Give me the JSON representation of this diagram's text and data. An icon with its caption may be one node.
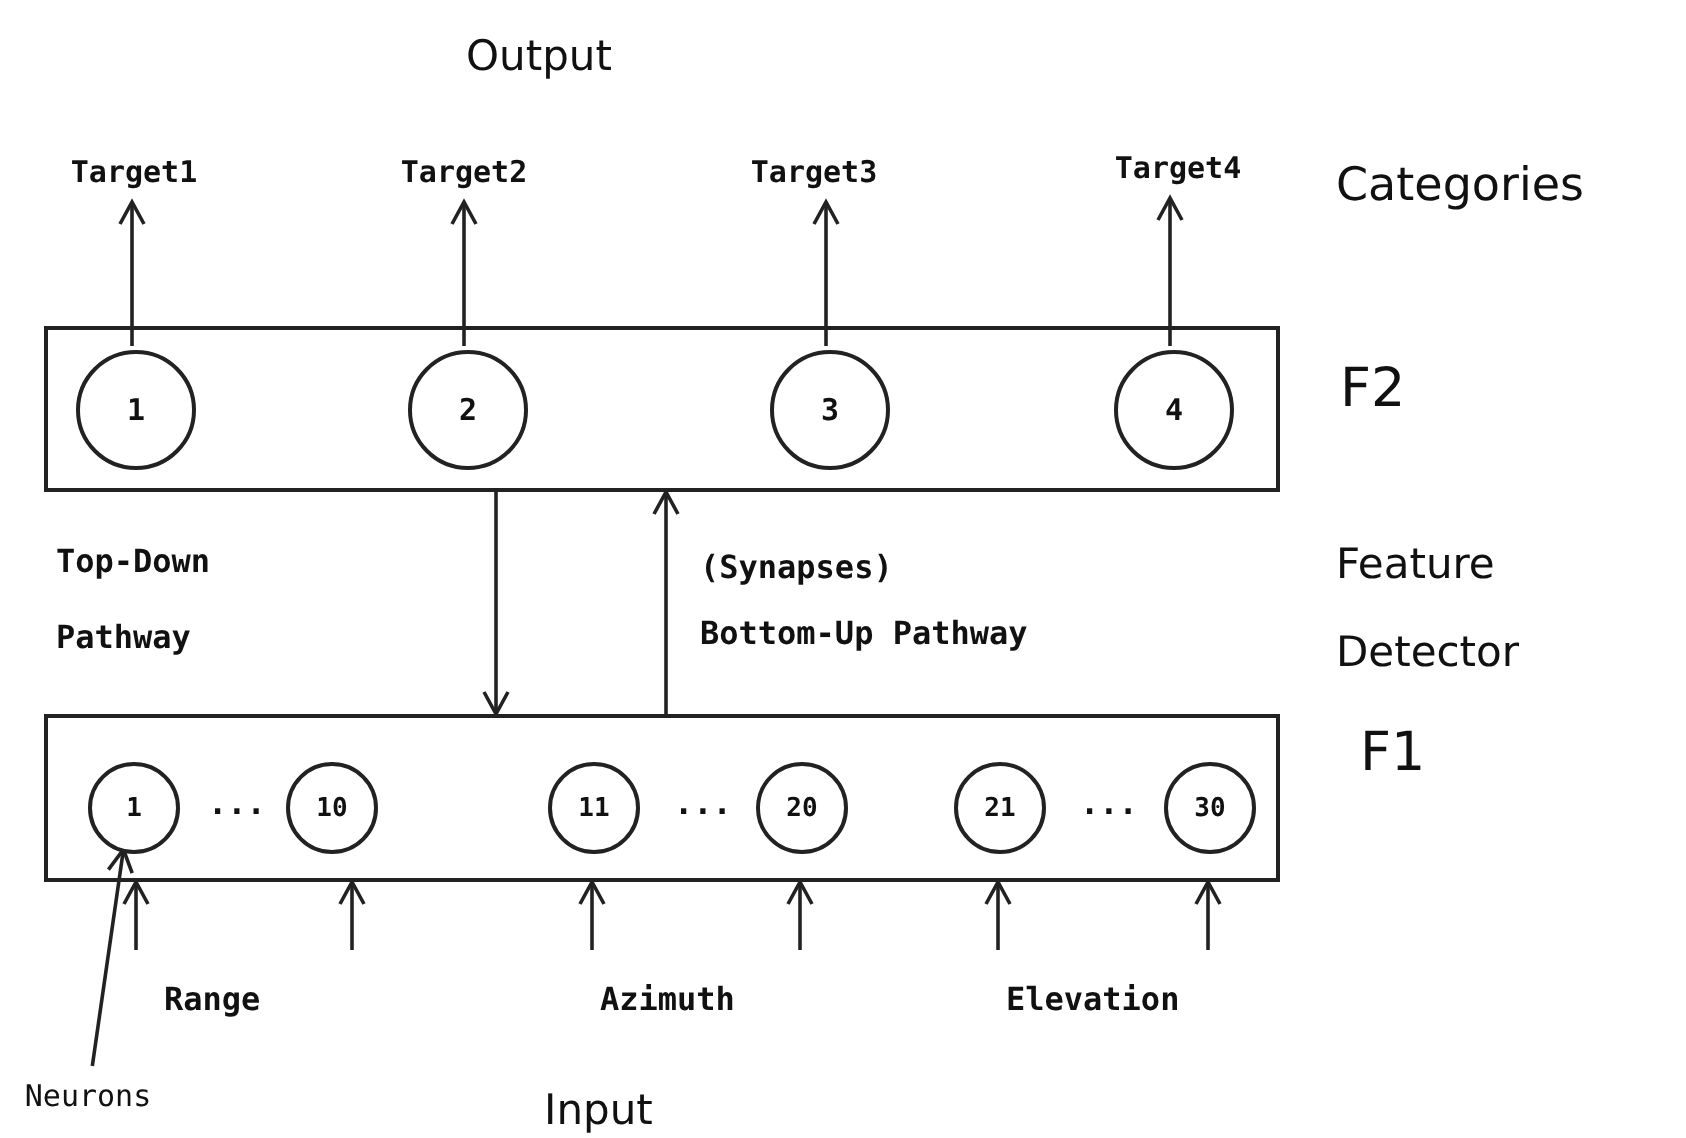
{
  "diagram": {
    "nodes": [
      {
        "text": [
          "F2"
        ]
      },
      {
        "text": [
          "1"
        ],
        "in": 0
      },
      {
        "text": [
          "2"
        ],
        "in": 0
      },
      {
        "text": [
          "3"
        ],
        "in": 0
      },
      {
        "text": [
          "4"
        ],
        "in": 0
      },
      {
        "text": [
          "Target1"
        ]
      },
      {
        "text": [
          "Target2"
        ]
      },
      {
        "text": [
          "Target3"
        ]
      },
      {
        "text": [
          "Target4"
        ]
      },
      {
        "text": [
          "F1"
        ]
      },
      {
        "text": [
          "1"
        ],
        "in": 9
      },
      {
        "text": [
          "10"
        ],
        "in": 9
      },
      {
        "text": [
          "11"
        ],
        "in": 9
      },
      {
        "text": [
          "20"
        ],
        "in": 9
      },
      {
        "text": [
          "21"
        ],
        "in": 9
      },
      {
        "text": [
          "30"
        ],
        "in": 9
      },
      {
        "text": [
          "Neurons"
        ]
      }
    ],
    "edges": [
      {
        "from": 1,
        "to": 5,
        "arrow": "to"
      },
      {
        "from": 2,
        "to": 6,
        "arrow": "to"
      },
      {
        "from": 3,
        "to": 7,
        "arrow": "to"
      },
      {
        "from": 4,
        "to": 8,
        "arrow": "to"
      },
      {
        "from": 0,
        "to": 9,
        "arrow": "to"
      },
      {
        "from": 9,
        "to": 0,
        "arrow": "to"
      },
      {
        "from": null,
        "to": 9,
        "arrow": "to"
      },
      {
        "from": null,
        "to": 9,
        "arrow": "to"
      },
      {
        "from": null,
        "to": 9,
        "arrow": "to"
      },
      {
        "from": null,
        "to": 9,
        "arrow": "to"
      },
      {
        "from": null,
        "to": 9,
        "arrow": "to"
      },
      {
        "from": null,
        "to": 9,
        "arrow": "to"
      },
      {
        "from": 16,
        "to": 10,
        "arrow": "to"
      }
    ],
    "labels": [
      "Output",
      "Categories",
      "Top-Down Pathway",
      "Feature Detector",
      "(Synapses)",
      "Bottom-Up Pathway",
      "...",
      "...",
      "...",
      "Range",
      "Azimuth",
      "Elevation",
      "Input"
    ]
  }
}
